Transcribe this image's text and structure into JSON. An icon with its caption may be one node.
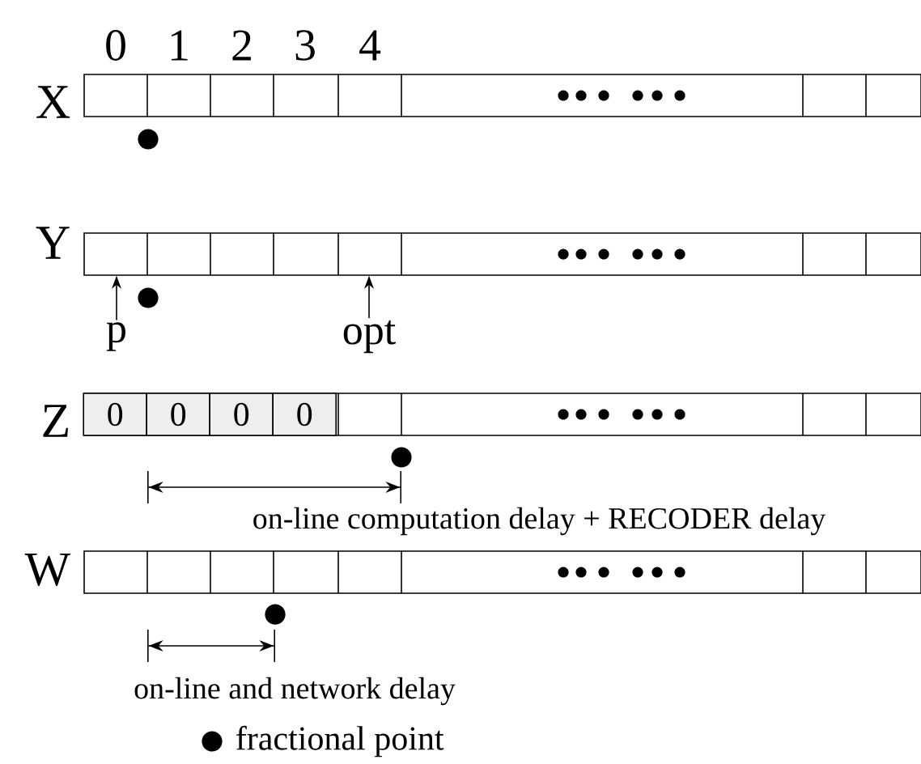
{
  "diagram": {
    "nodes": [
      {
        "text": [
          "X"
        ]
      },
      {
        "text": [
          "Y"
        ]
      },
      {
        "text": [
          "p"
        ]
      },
      {
        "text": [
          "opt"
        ]
      },
      {
        "text": [
          "Z"
        ]
      },
      {
        "text": [
          "0"
        ],
        "in": 4
      },
      {
        "text": [
          "0"
        ],
        "in": 4
      },
      {
        "text": [
          "0"
        ],
        "in": 4
      },
      {
        "text": [
          "0"
        ],
        "in": 4
      },
      {
        "text": [
          "W"
        ]
      }
    ],
    "edges": [
      {
        "from": 2,
        "to": 1,
        "arrow": "to"
      },
      {
        "from": 3,
        "to": 1,
        "arrow": "to"
      }
    ],
    "labels": [
      "0",
      "1",
      "2",
      "3",
      "4",
      "on-line computation delay + RECODER delay",
      "on-line and network delay"
    ],
    "legend": [
      {
        "text": "fractional point"
      }
    ]
  }
}
